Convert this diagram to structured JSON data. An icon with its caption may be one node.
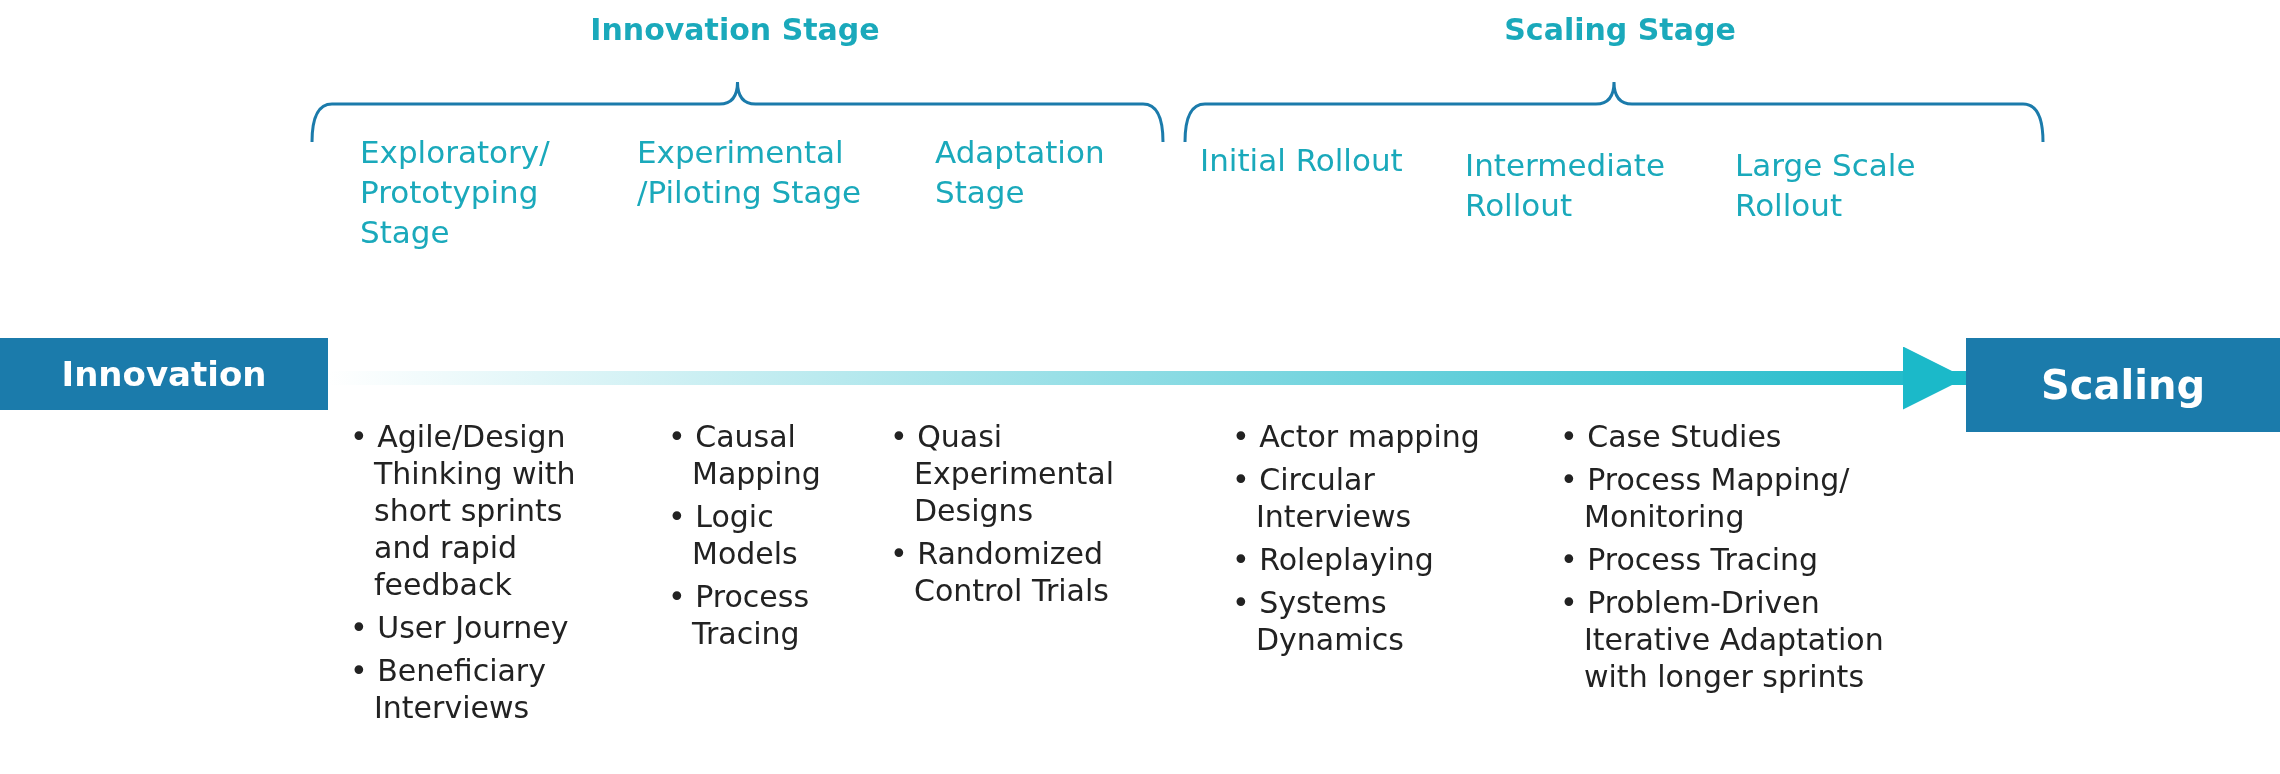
{
  "diagram": {
    "nodes": [
      {
        "text": [
          "Innovation"
        ]
      },
      {
        "text": [
          "Scaling"
        ]
      }
    ],
    "edges": [
      {
        "from": 0,
        "to": 1,
        "arrow": "to"
      }
    ],
    "labels": [
      "Innovation Stage",
      "Scaling Stage",
      "Exploratory/ Prototyping Stage",
      "Experimental /Piloting Stage",
      "Adaptation Stage",
      "Initial Rollout",
      "Intermediate Rollout",
      "Large Scale Rollout",
      "• Agile/Design Thinking with short sprints and rapid feedback",
      "• User Journey",
      "• Beneficiary Interviews",
      "• Causal Mapping",
      "• Logic Models",
      "• Process Tracing",
      "• Quasi Experimental Designs",
      "• Randomized Control Trials",
      "• Actor mapping",
      "• Circular Interviews",
      "• Roleplaying",
      "• Systems Dynamics",
      "• Case Studies",
      "• Process Mapping/ Monitoring",
      "• Process Tracing",
      "• Problem-Driven Iterative Adaptation with longer sprints"
    ]
  }
}
